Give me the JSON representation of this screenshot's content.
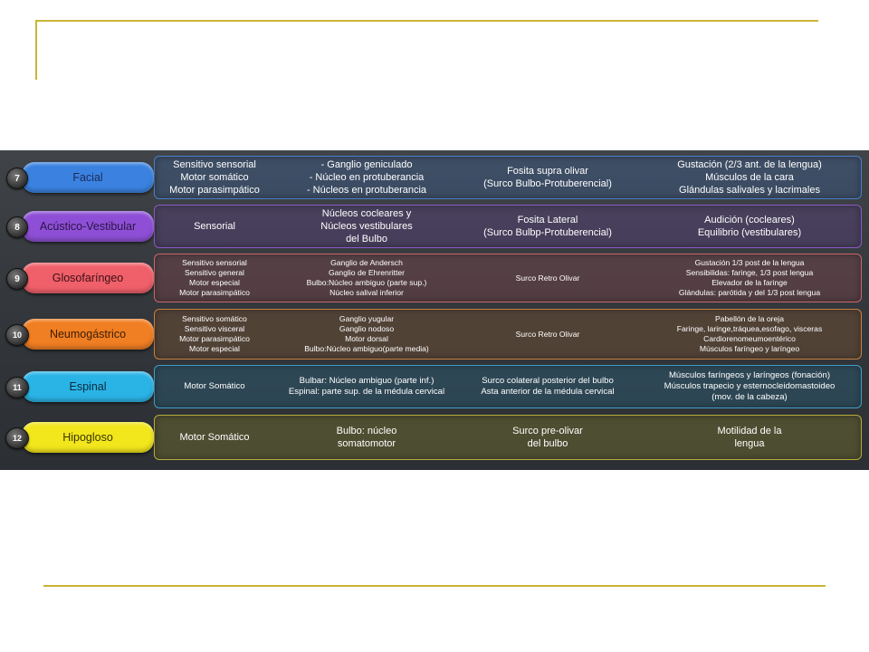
{
  "colors": {
    "deco_line": "#c9b436",
    "table_bg": "#36393d"
  },
  "rows": [
    {
      "num": "7",
      "name": "Facial",
      "pill_color": "#3b82e0",
      "border_color": "#4a7fc8",
      "panel_tint": "rgba(60,110,190,0.25)",
      "text_color": "#1a2b5a",
      "col1": [
        "Sensitivo sensorial",
        "Motor somático",
        "Motor parasimpático"
      ],
      "col2": [
        "- Ganglio geniculado",
        "- Núcleo en  protuberancia",
        "- Núcleos en protuberancia"
      ],
      "col3": [
        "Fosita supra olivar",
        "(Surco Bulbo-Protuberencial)"
      ],
      "col4": [
        "Gustación (2/3 ant. de la lengua)",
        "Músculos de la cara",
        "Glándulas salivales y lacrimales"
      ]
    },
    {
      "num": "8",
      "name": "Acústico-Vestibular",
      "pill_color": "#8e4fd6",
      "border_color": "#8a5ac4",
      "panel_tint": "rgba(120,70,180,0.22)",
      "text_color": "#2b1546",
      "col1": [
        "Sensorial"
      ],
      "col2": [
        "Núcleos cocleares y",
        "Núcleos vestibulares",
        "del Bulbo"
      ],
      "col3": [
        "Fosita Lateral",
        "(Surco Bulbp-Protuberencial)"
      ],
      "col4": [
        "Audición (cocleares)",
        "Equilibrio (vestibulares)"
      ]
    },
    {
      "num": "9",
      "name": "Glosofaríngeo",
      "pill_color": "#f0606a",
      "border_color": "#c9666c",
      "panel_tint": "rgba(190,80,90,0.22)",
      "text_color": "#3d0f14",
      "col1": [
        "Sensitivo sensorial",
        "Sensitivo general",
        "Motor especial",
        "Motor parasimpático"
      ],
      "col2": [
        "Ganglio de Andersch",
        "Ganglio de Ehrenritter",
        "Bulbo:Núcleo ambiguo (parte sup.)",
        "Núcleo salival inferior"
      ],
      "col3": [
        "Surco Retro Olivar"
      ],
      "col4": [
        "Gustación 1/3 post de la lengua",
        "Sensibilidas: faringe, 1/3 post lengua",
        "Elevador de la faringe",
        "Glándulas: parótida y del 1/3 post lengua"
      ]
    },
    {
      "num": "10",
      "name": "Neumogástrico",
      "pill_color": "#f07e22",
      "border_color": "#c98040",
      "panel_tint": "rgba(190,110,40,0.22)",
      "text_color": "#3d1e05",
      "col1": [
        "Sensitivo somático",
        "Sensitivo visceral",
        "Motor  parasimpático",
        "Motor especial"
      ],
      "col2": [
        "Ganglio yugular",
        "Ganglio nodoso",
        "Motor  dorsal",
        "Bulbo:Núcleo ambiguo(parte media)"
      ],
      "col3": [
        "Surco Retro Olivar"
      ],
      "col4": [
        "Pabellón de la oreja",
        "Faringe, laringe,tráquea,esofago,  visceras",
        "Cardiorenomeumoentérico",
        "Músculos faríngeo y laríngeo"
      ]
    },
    {
      "num": "11",
      "name": "Espinal",
      "pill_color": "#2ab4e6",
      "border_color": "#3f9fc8",
      "panel_tint": "rgba(40,140,190,0.22)",
      "text_color": "#0a2a3d",
      "col1": [
        "Motor Somático"
      ],
      "col2": [
        "Bulbar: Núcleo ambiguo (parte inf.)",
        "Espinal: parte sup. de la médula cervical"
      ],
      "col3": [
        "Surco colateral posterior del bulbo",
        "Asta anterior de la médula cervical"
      ],
      "col4": [
        "Músculos faríngeos y laríngeos (fonación)",
        "Músculos trapecio y esternocleidomastoideo",
        "(mov. de la cabeza)"
      ]
    },
    {
      "num": "12",
      "name": "Hipogloso",
      "pill_color": "#f2e61c",
      "border_color": "#b7ab3c",
      "panel_tint": "rgba(160,150,40,0.28)",
      "text_color": "#3a3500",
      "col1": [
        "Motor Somático"
      ],
      "col2": [
        "Bulbo: núcleo",
        "somatomotor"
      ],
      "col3": [
        "Surco pre-olivar",
        "del bulbo"
      ],
      "col4": [
        "Motilidad de la",
        "lengua"
      ]
    }
  ]
}
